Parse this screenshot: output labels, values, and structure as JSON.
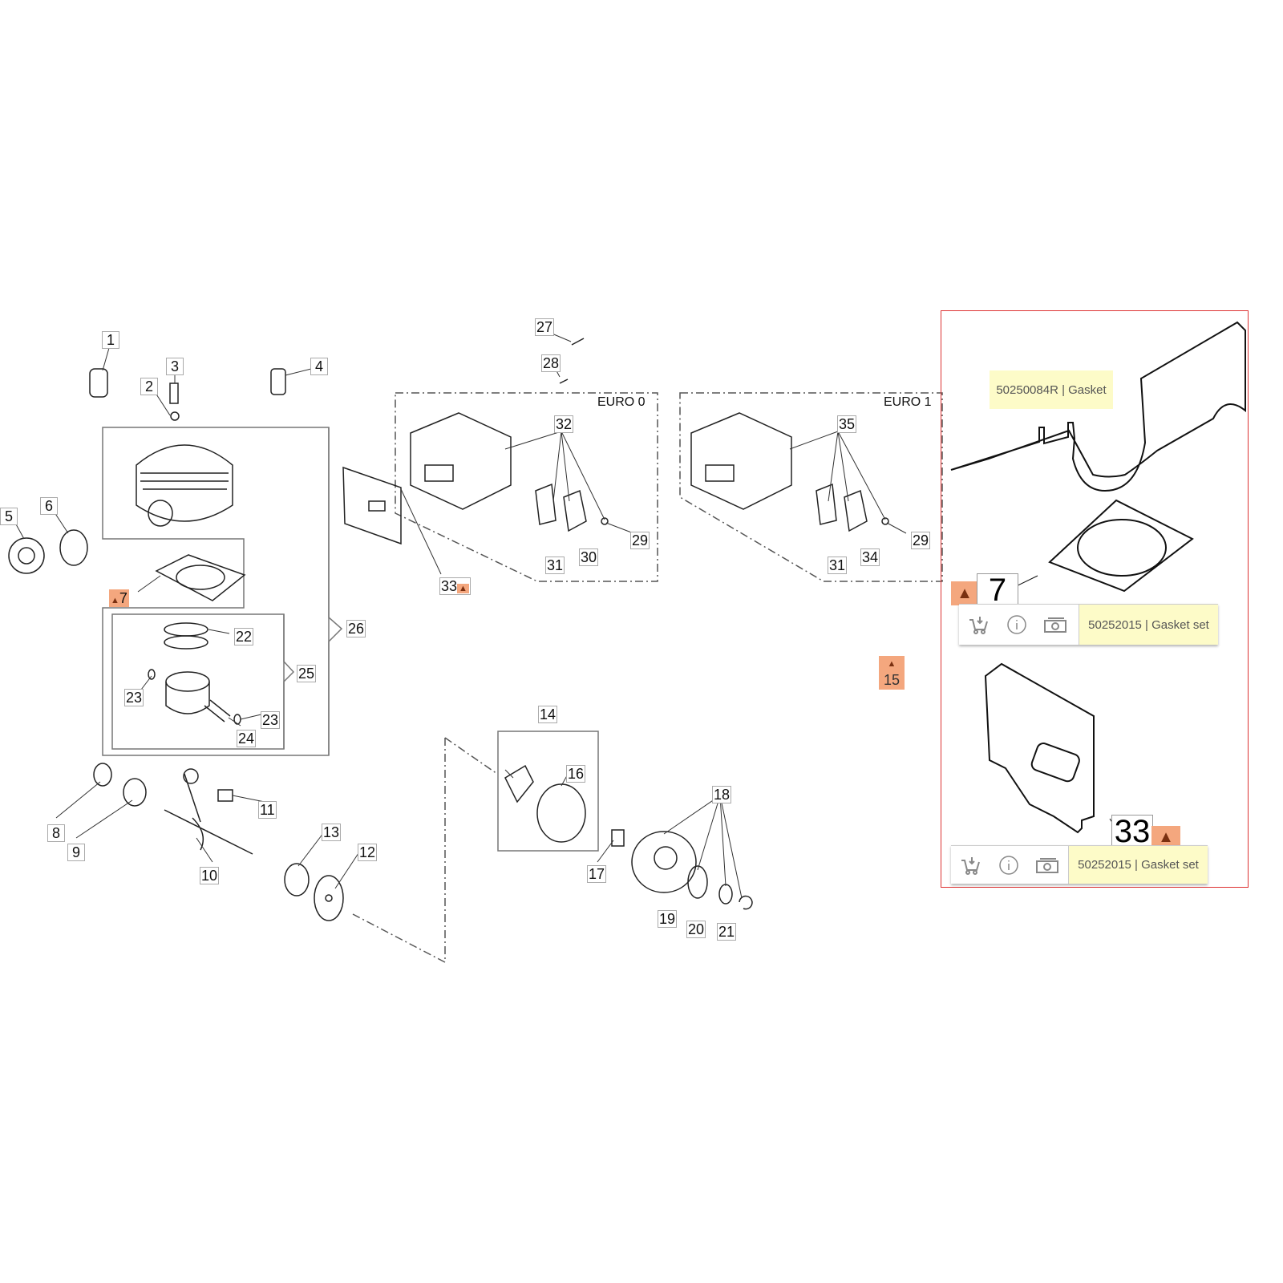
{
  "diagram": {
    "callouts": [
      "1",
      "2",
      "3",
      "4",
      "5",
      "6",
      "7",
      "8",
      "9",
      "10",
      "11",
      "12",
      "13",
      "14",
      "16",
      "17",
      "18",
      "19",
      "20",
      "21",
      "22",
      "23",
      "23",
      "24",
      "25",
      "26",
      "27",
      "28",
      "29",
      "29",
      "30",
      "31",
      "31",
      "32",
      "33",
      "34",
      "35"
    ],
    "group_labels": {
      "euro0": "EURO 0",
      "euro1": "EURO 1"
    },
    "highlight_15": "15"
  },
  "panel": {
    "tooltip_top": "50250084R | Gasket",
    "item7": {
      "number": "7",
      "part": "50252015 | Gasket set"
    },
    "item33": {
      "number": "33",
      "part": "50252015 | Gasket set"
    },
    "icons": [
      "cart-add-icon",
      "info-icon",
      "price-icon"
    ],
    "colors": {
      "highlight": "#f4a77e",
      "tooltip": "#fdfbc8",
      "panel_border": "#dd3333"
    }
  }
}
